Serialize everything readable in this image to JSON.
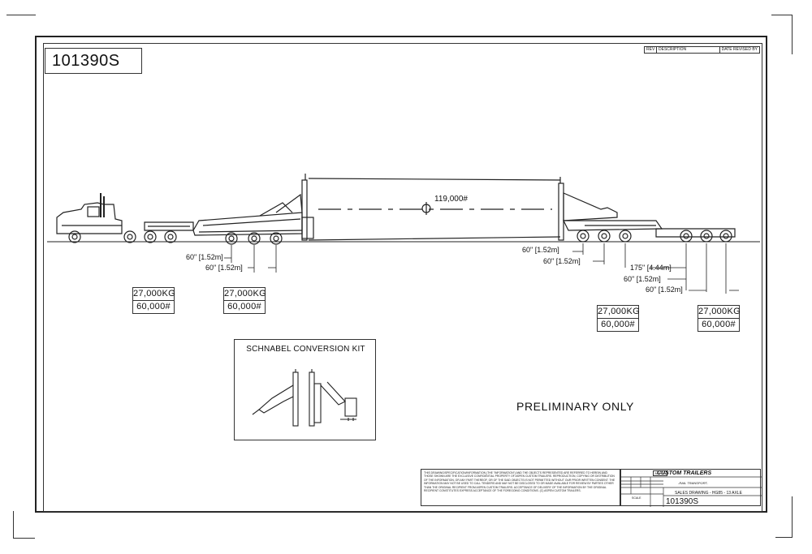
{
  "drawing_number": "101390S",
  "revision_table": {
    "col1": "REV",
    "col2": "DESCRIPTION",
    "col3": "DATE REVISED BY"
  },
  "load_weight": "119,000#",
  "axle_weights": [
    {
      "kg": "27,000KG",
      "lb": "60,000#"
    },
    {
      "kg": "27,000KG",
      "lb": "60,000#"
    },
    {
      "kg": "27,000KG",
      "lb": "60,000#"
    },
    {
      "kg": "27,000KG",
      "lb": "60,000#"
    }
  ],
  "dimensions": {
    "front_1": "60\" [1.52m]",
    "front_2": "60\" [1.52m]",
    "rear_1": "60\" [1.52m]",
    "rear_2": "60\" [1.52m]",
    "rear_3": "175\" [4.44m]",
    "rear_4": "60\" [1.52m]",
    "rear_5": "60\" [1.52m]"
  },
  "schnabel_title": "SCHNABEL CONVERSION KIT",
  "preliminary": "PRELIMINARY ONLY",
  "notes_text": "This drawing/specification/information (the \"information\") and the objects represented are referred to herein and those shown are the exclusive confidential property of Aspen Custom Trailers. Reproduction, copying or distribution of the information, or any part thereof, or of the said objects is not permitted without our prior written consent. The information may not be used to call tenders and may not be disclosed to or made available for review by parties other than the original recipient from Aspen Custom Trailers. Acceptance of delivery of the information by the original recipient constitutes express acceptance of the foregoing conditions. (C) Aspen Custom Trailers.",
  "title_block": {
    "logo": "ASPEN",
    "company": "CUSTOM TRAILERS",
    "subtitle": "-RAIL TRANSPORT-",
    "description": "SALES DRAWING - HG85 - 13 AXLE",
    "number": "101390S",
    "scale_label": "SCALE"
  }
}
